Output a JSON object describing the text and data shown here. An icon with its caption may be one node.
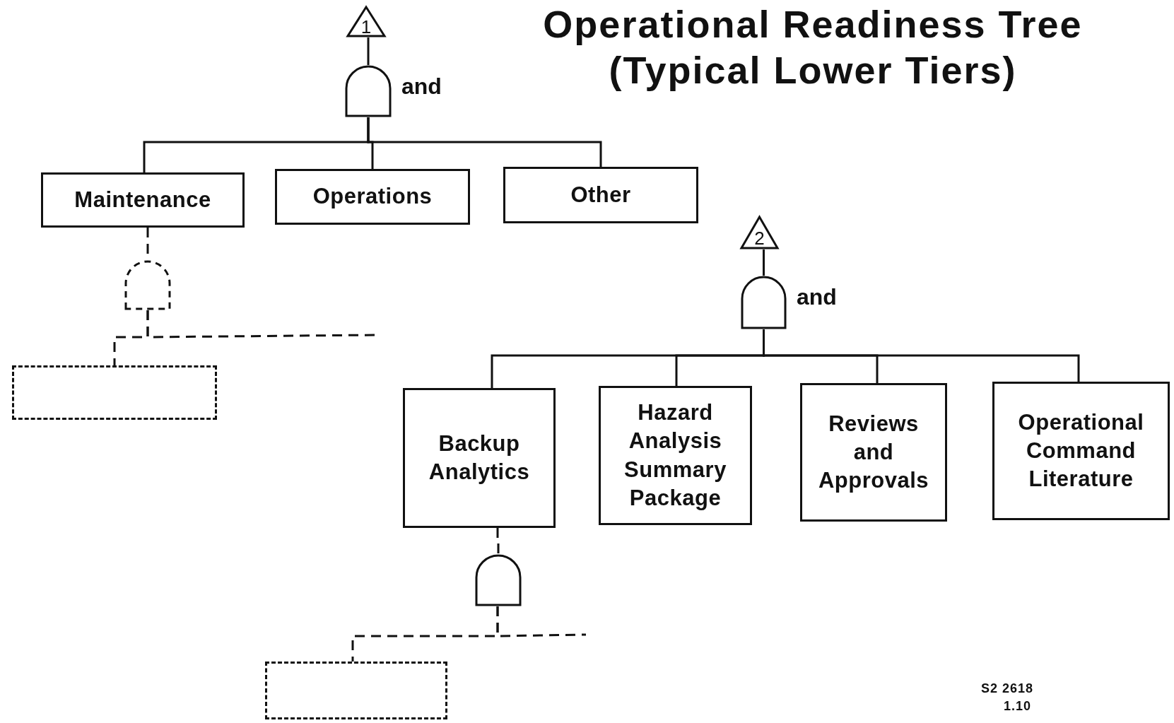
{
  "diagram": {
    "title": "Operational Readiness Tree (Typical Lower Tiers)",
    "nodes": [
      {
        "text": [
          "1"
        ]
      },
      {
        "text": [],
        "shape": "gate",
        "beside": [
          "and"
        ]
      },
      {
        "text": [
          "Maintenance"
        ]
      },
      {
        "text": [
          "Operations"
        ]
      },
      {
        "text": [
          "Other"
        ]
      },
      {
        "text": [],
        "shape": "gate"
      },
      {
        "text": [],
        "shape": "box"
      },
      {
        "text": [
          "2"
        ]
      },
      {
        "text": [],
        "shape": "gate",
        "beside": [
          "and"
        ]
      },
      {
        "text": [
          "Backup Analytics"
        ]
      },
      {
        "text": [
          "Hazard Analysis Summary Package"
        ]
      },
      {
        "text": [
          "Reviews and Approvals"
        ]
      },
      {
        "text": [
          "Operational Command Literature"
        ]
      },
      {
        "text": [],
        "shape": "gate"
      },
      {
        "text": [],
        "shape": "box"
      }
    ],
    "edges": [
      {
        "from": 1,
        "to": 0,
        "arrow": "none"
      },
      {
        "from": 1,
        "to": 2,
        "arrow": "none"
      },
      {
        "from": 1,
        "to": 3,
        "arrow": "none"
      },
      {
        "from": 1,
        "to": 4,
        "arrow": "none"
      },
      {
        "from": 2,
        "to": 5,
        "arrow": "none",
        "style": "dashed"
      },
      {
        "from": 5,
        "to": 6,
        "arrow": "none",
        "style": "dashed"
      },
      {
        "from": 5,
        "to": null,
        "arrow": "none",
        "style": "dashed"
      },
      {
        "from": 8,
        "to": 7,
        "arrow": "none"
      },
      {
        "from": 8,
        "to": 9,
        "arrow": "none"
      },
      {
        "from": 8,
        "to": 10,
        "arrow": "none"
      },
      {
        "from": 8,
        "to": 11,
        "arrow": "none"
      },
      {
        "from": 8,
        "to": 12,
        "arrow": "none"
      },
      {
        "from": 9,
        "to": 13,
        "arrow": "none",
        "style": "dashed"
      },
      {
        "from": 13,
        "to": 14,
        "arrow": "none",
        "style": "dashed"
      },
      {
        "from": 13,
        "to": null,
        "arrow": "none",
        "style": "dashed"
      }
    ],
    "labels": [
      "S2 2618",
      "1.10"
    ]
  }
}
